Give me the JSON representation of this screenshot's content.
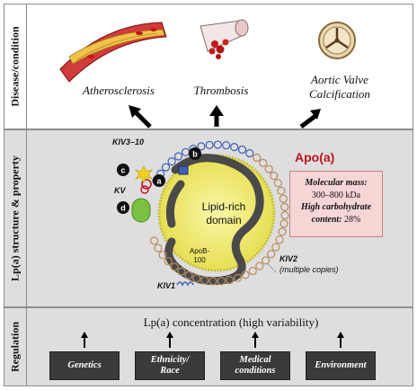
{
  "sections": {
    "disease_label": "Disease/condition",
    "structure_label": "Lp(a) structure & property",
    "regulation_label": "Regulation"
  },
  "diseases": {
    "atherosclerosis": "Atherosclerosis",
    "thrombosis": "Thrombosis",
    "aortic_valve_line1": "Aortic Valve",
    "aortic_valve_line2": "Calcification"
  },
  "structure": {
    "apo_a": "Apo(a)",
    "kiv3_10": "KIV3–10",
    "kv": "KV",
    "kiv2": "KIV2",
    "kiv2_note": "(multiple copies)",
    "kiv1": "KIV1",
    "lipid_line1": "Lipid-rich",
    "lipid_line2": "domain",
    "apob_line1": "ApoB-",
    "apob_line2": "100",
    "markers": [
      "a",
      "b",
      "c",
      "d"
    ]
  },
  "properties": {
    "mass_label": "Molecular mass:",
    "mass_value": "300–800 kDa",
    "carb_label": "High carbohydrate",
    "carb_value_label": "content:",
    "carb_value": "28%"
  },
  "regulation": {
    "title": "Lp(a) concentration (high variability)",
    "factors": [
      {
        "line1": "Genetics",
        "line2": ""
      },
      {
        "line1": "Ethnicity/",
        "line2": "Race"
      },
      {
        "line1": "Medical",
        "line2": "conditions"
      },
      {
        "line1": "Environment",
        "line2": ""
      }
    ]
  },
  "colors": {
    "apo_a": "#c0141c",
    "lipid_fill": "#f2ec6a",
    "kringle_blue": "#3f5fb8",
    "kringle_tan": "#b98a5c",
    "infobox": "#f6d5d5"
  }
}
